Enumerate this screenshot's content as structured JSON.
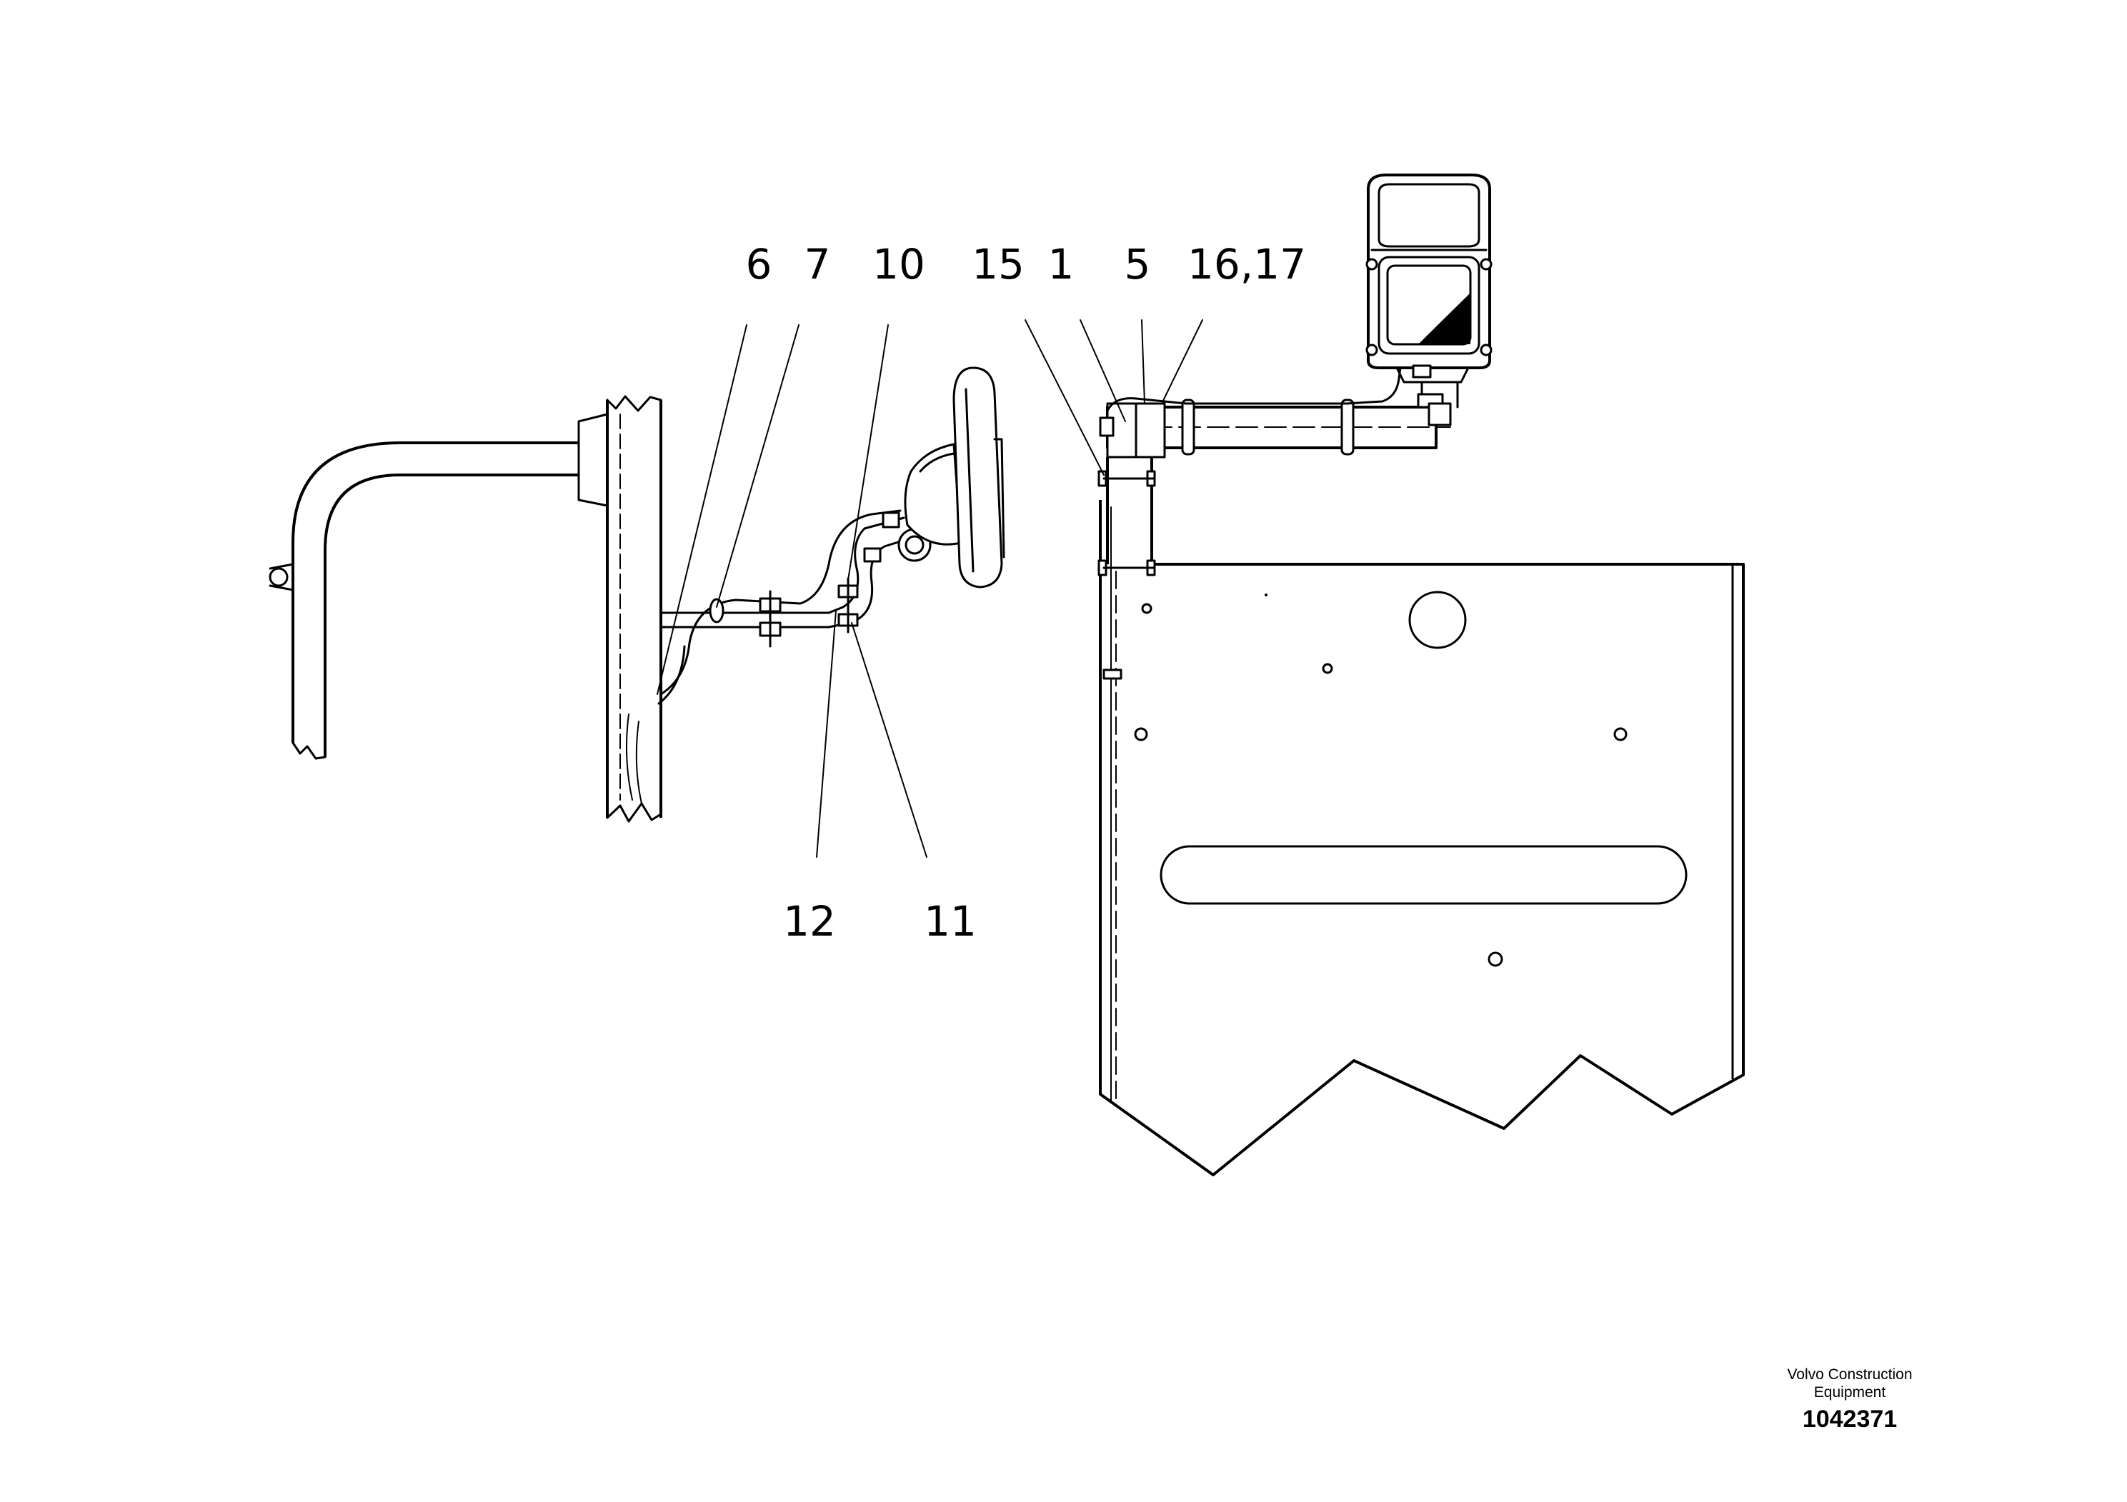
{
  "callouts": {
    "c6": "6",
    "c7": "7",
    "c10": "10",
    "c15": "15",
    "c1": "1",
    "c5": "5",
    "c1617": "16,17",
    "c12": "12",
    "c11": "11"
  },
  "footer": {
    "company_line1": "Volvo Construction",
    "company_line2": "Equipment",
    "doc_number": "1042371"
  }
}
